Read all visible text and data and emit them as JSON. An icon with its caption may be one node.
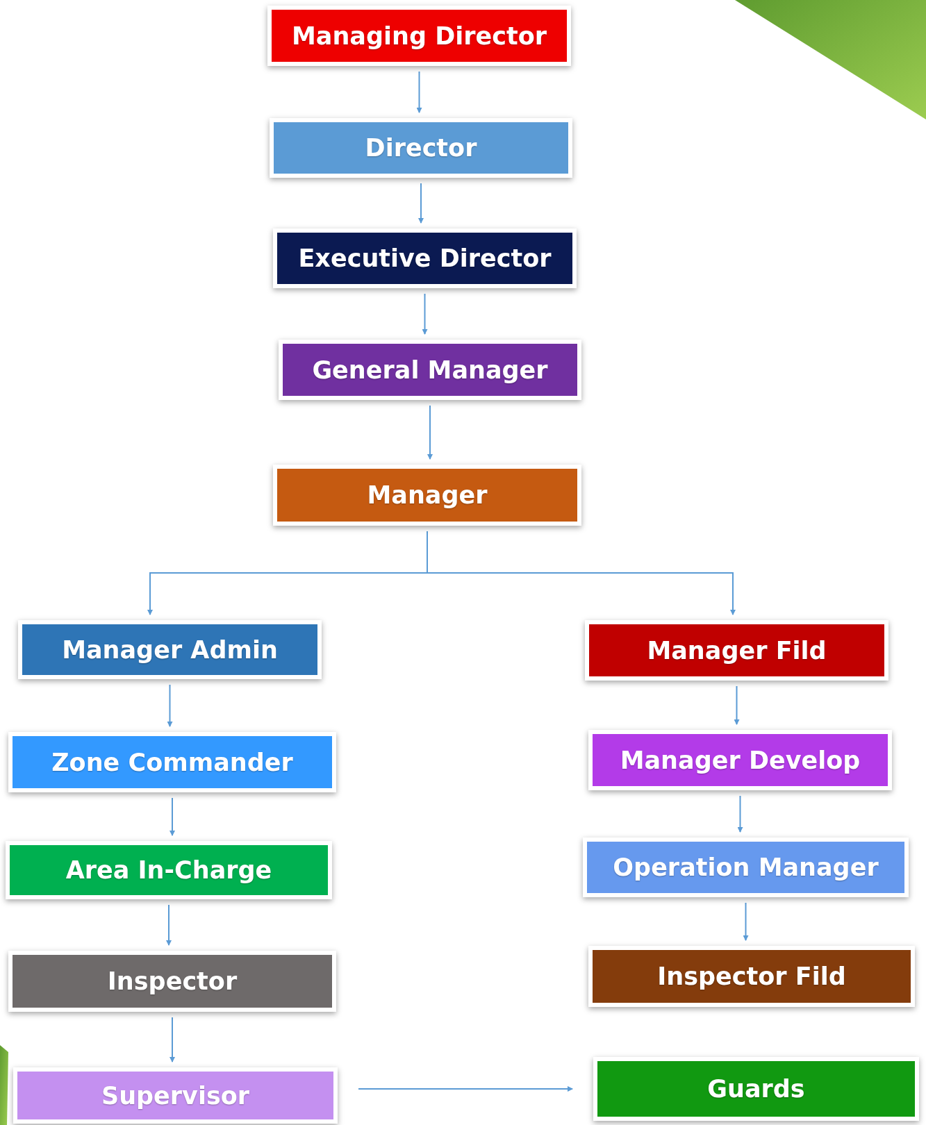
{
  "diagram": {
    "nodes": [
      {
        "text": [
          "Managing Director"
        ]
      },
      {
        "text": [
          "Director"
        ]
      },
      {
        "text": [
          "Executive Director"
        ]
      },
      {
        "text": [
          "General Manager"
        ]
      },
      {
        "text": [
          "Manager"
        ]
      },
      {
        "text": [
          "Manager Admin"
        ]
      },
      {
        "text": [
          "Manager Fild"
        ]
      },
      {
        "text": [
          "Zone Commander"
        ]
      },
      {
        "text": [
          "Manager Develop"
        ]
      },
      {
        "text": [
          "Area In-Charge"
        ]
      },
      {
        "text": [
          "Operation Manager"
        ]
      },
      {
        "text": [
          "Inspector"
        ]
      },
      {
        "text": [
          "Inspector Fild"
        ]
      },
      {
        "text": [
          "Supervisor"
        ]
      },
      {
        "text": [
          "Guards"
        ]
      }
    ],
    "edges": [
      {
        "from": 0,
        "to": 1,
        "arrow": "to"
      },
      {
        "from": 1,
        "to": 2,
        "arrow": "to"
      },
      {
        "from": 2,
        "to": 3,
        "arrow": "to"
      },
      {
        "from": 3,
        "to": 4,
        "arrow": "to"
      },
      {
        "from": 4,
        "to": 5,
        "arrow": "to"
      },
      {
        "from": 4,
        "to": 6,
        "arrow": "to"
      },
      {
        "from": 5,
        "to": 7,
        "arrow": "to"
      },
      {
        "from": 7,
        "to": 9,
        "arrow": "to"
      },
      {
        "from": 9,
        "to": 11,
        "arrow": "to"
      },
      {
        "from": 11,
        "to": 13,
        "arrow": "to"
      },
      {
        "from": 6,
        "to": 8,
        "arrow": "to"
      },
      {
        "from": 8,
        "to": 10,
        "arrow": "to"
      },
      {
        "from": 10,
        "to": 12,
        "arrow": "to"
      },
      {
        "from": 13,
        "to": 14,
        "arrow": "to"
      }
    ]
  }
}
